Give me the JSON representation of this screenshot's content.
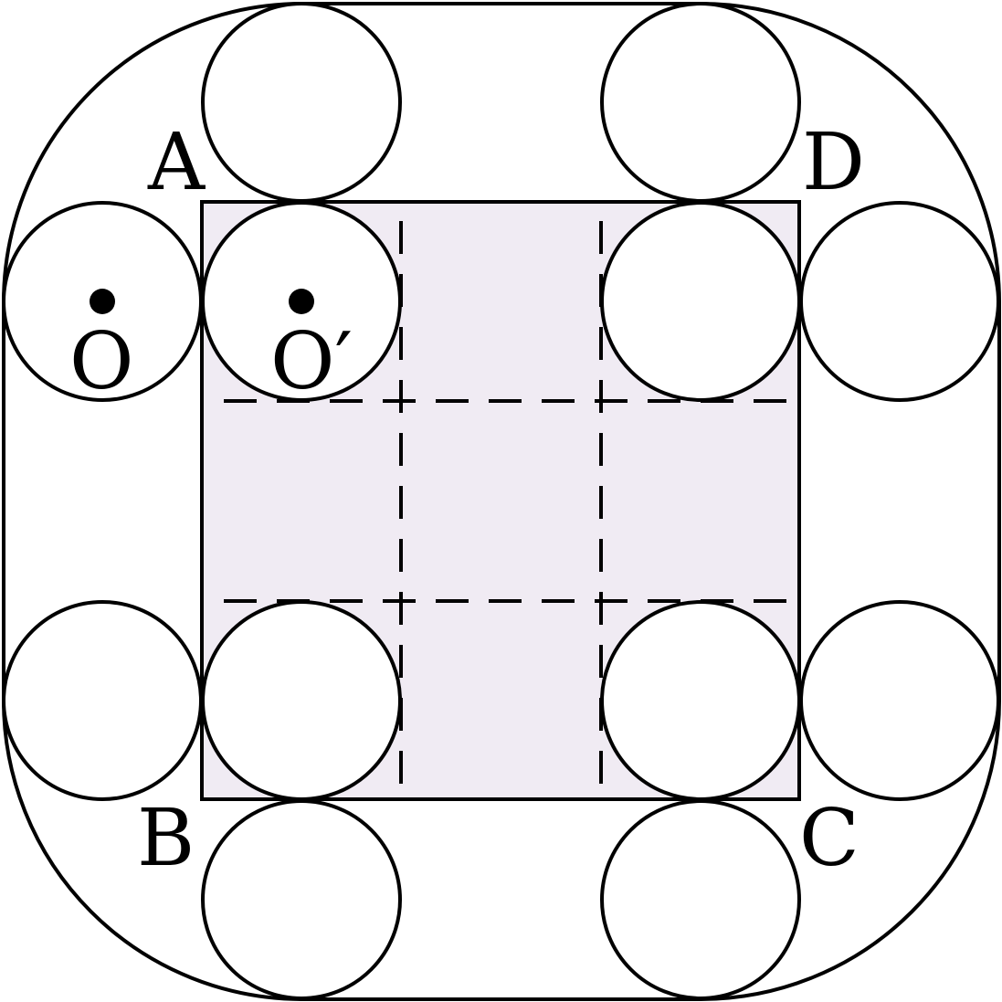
{
  "figure": {
    "vertex_labels": {
      "a": "A",
      "b": "B",
      "c": "C",
      "d": "D"
    },
    "center_labels": {
      "o": "O",
      "o_prime": "O′"
    },
    "colors": {
      "stroke": "#000000",
      "square_fill": "#f0ebf3",
      "circle_fill": "#ffffff",
      "background": "#ffffff"
    },
    "circle_count": 12,
    "dashed_grid": "3x3"
  }
}
